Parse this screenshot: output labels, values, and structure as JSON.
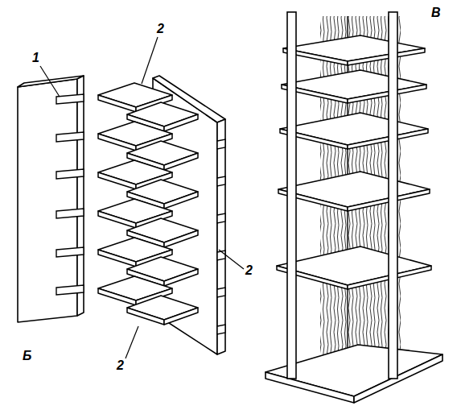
{
  "diagram": {
    "labels": [
      "1",
      "2",
      "2",
      "2",
      "Б",
      "В"
    ]
  }
}
